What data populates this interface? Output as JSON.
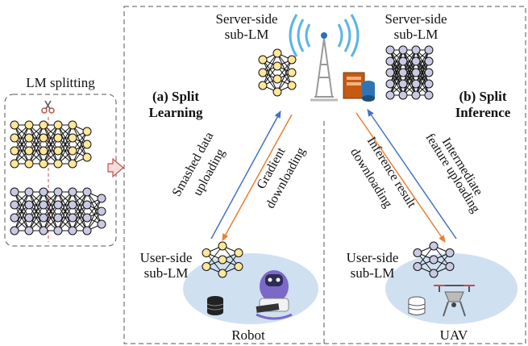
{
  "left_panel": {
    "title": "LM splitting"
  },
  "split_learning": {
    "title_line1": "(a) Split",
    "title_line2": "Learning",
    "arrow_up_label_line1": "Smashed data",
    "arrow_up_label_line2": "uploading",
    "arrow_down_label_line1": "Gradient",
    "arrow_down_label_line2": "downloading",
    "user_label_line1": "User-side",
    "user_label_line2": "sub-LM",
    "device": "Robot"
  },
  "split_inference": {
    "title_line1": "(b) Split",
    "title_line2": "Inference",
    "arrow_up_label_line1": "Intermediate",
    "arrow_up_label_line2": "feature uploading",
    "arrow_down_label_line1": "Inference result",
    "arrow_down_label_line2": "downloading",
    "user_label_line1": "User-side",
    "user_label_line2": "sub-LM",
    "device": "UAV"
  },
  "server_left": {
    "label_line1": "Server-side",
    "label_line2": "sub-LM"
  },
  "server_right": {
    "label_line1": "Server-side",
    "label_line2": "sub-LM"
  },
  "colors": {
    "upload_arrow": "#4472c4",
    "download_arrow": "#ed7d31",
    "node_yellow": "#ffe699",
    "node_purple": "#c9c9e3",
    "ellipse_blue": "#cfe0f1",
    "arrow_pink": "#c0504d"
  }
}
